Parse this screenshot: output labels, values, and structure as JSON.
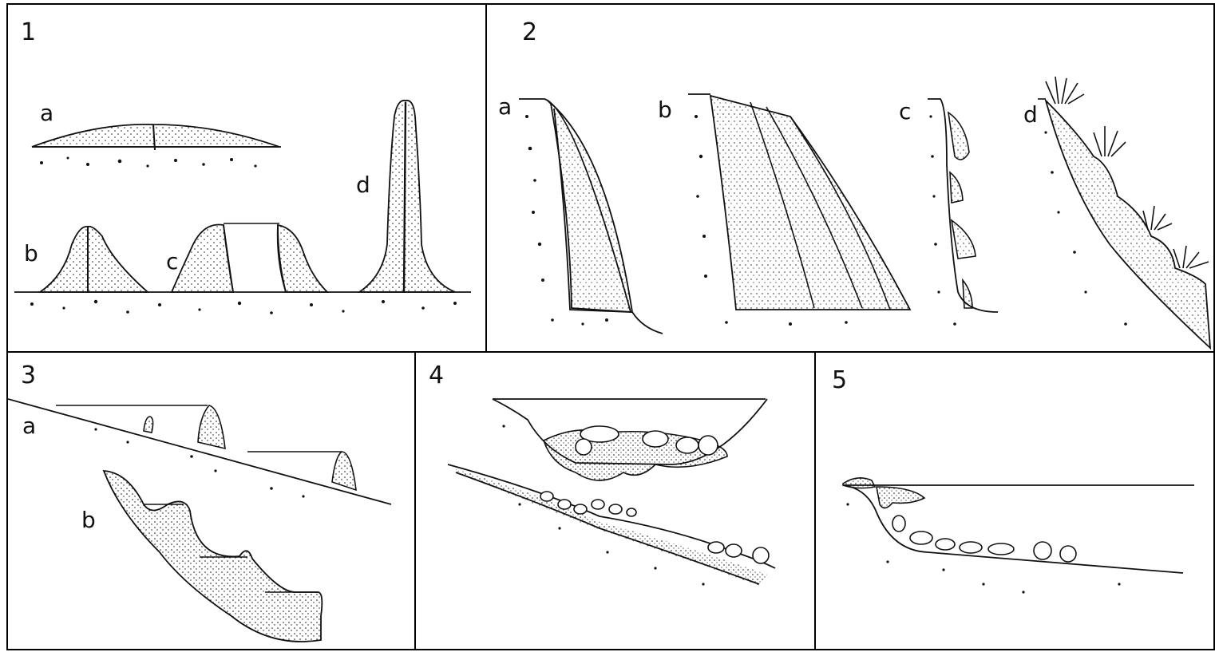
{
  "panels": [
    {
      "number": "1",
      "labels": [
        "a",
        "b",
        "c",
        "d"
      ]
    },
    {
      "number": "2",
      "labels": [
        "a",
        "b",
        "c",
        "d"
      ]
    },
    {
      "number": "3",
      "labels": [
        "a",
        "b"
      ]
    },
    {
      "number": "4",
      "labels": []
    },
    {
      "number": "5",
      "labels": []
    }
  ],
  "colors": {
    "ink": "#111111",
    "background": "#ffffff"
  }
}
